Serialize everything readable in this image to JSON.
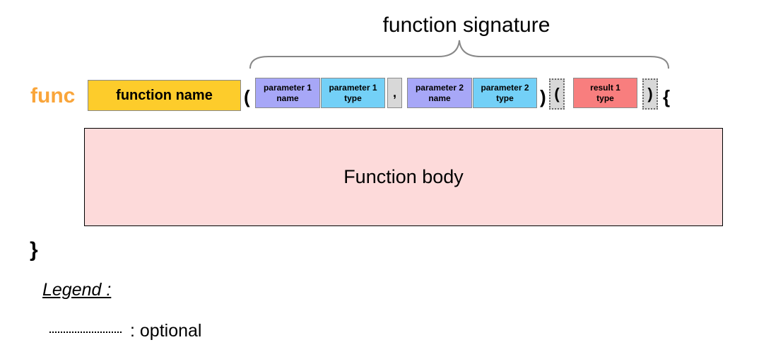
{
  "signature_label": "function signature",
  "keyword": "func",
  "function_name": "function name",
  "open_paren": "(",
  "close_paren": ")",
  "result_open_paren": "(",
  "result_close_paren": ")",
  "comma": ",",
  "open_brace": "{",
  "close_brace": "}",
  "params": [
    {
      "name_line1": "parameter 1",
      "name_line2": "name",
      "type_line1": "parameter 1",
      "type_line2": "type"
    },
    {
      "name_line1": "parameter 2",
      "name_line2": "name",
      "type_line1": "parameter 2",
      "type_line2": "type"
    }
  ],
  "result": {
    "line1": "result 1",
    "line2": "type"
  },
  "body_label": "Function body",
  "legend": {
    "title": "Legend :",
    "optional_label": ": optional"
  },
  "colors": {
    "keyword": "#f9a53a",
    "function_name": "#fdcc2b",
    "param_name": "#a7a7f7",
    "param_type": "#73d0f7",
    "result_type": "#f87e7e",
    "punct_box": "#d8d8d8",
    "body": "#fddada"
  }
}
